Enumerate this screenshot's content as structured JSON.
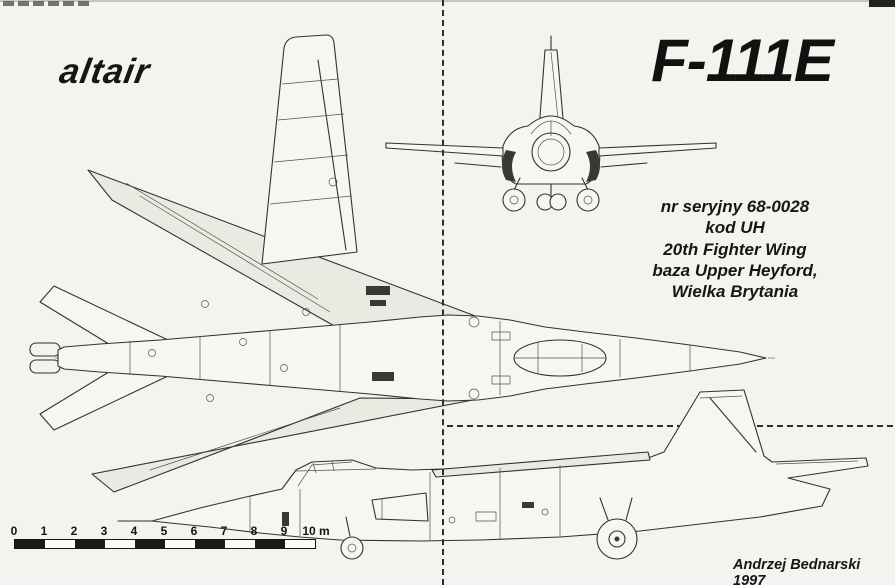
{
  "page": {
    "logo": "altair",
    "title": "F-111E",
    "info_lines": [
      "nr seryjny 68-0028",
      "kod UH",
      "20th Fighter Wing",
      "baza Upper Heyford,",
      "Wielka Brytania"
    ],
    "credit": "Andrzej Bednarski 1997"
  },
  "scale_bar": {
    "labels": [
      "0",
      "1",
      "2",
      "3",
      "4",
      "5",
      "6",
      "7",
      "8",
      "9",
      "10 m"
    ],
    "meters": 10
  },
  "drawing": {
    "subject": "F-111E three-view scale drawing",
    "views": [
      "top-view",
      "front-view",
      "side-view",
      "fin-detail"
    ],
    "ink": "#34322d",
    "paper": "#f4f3ef",
    "shade": "#eae9e2"
  }
}
